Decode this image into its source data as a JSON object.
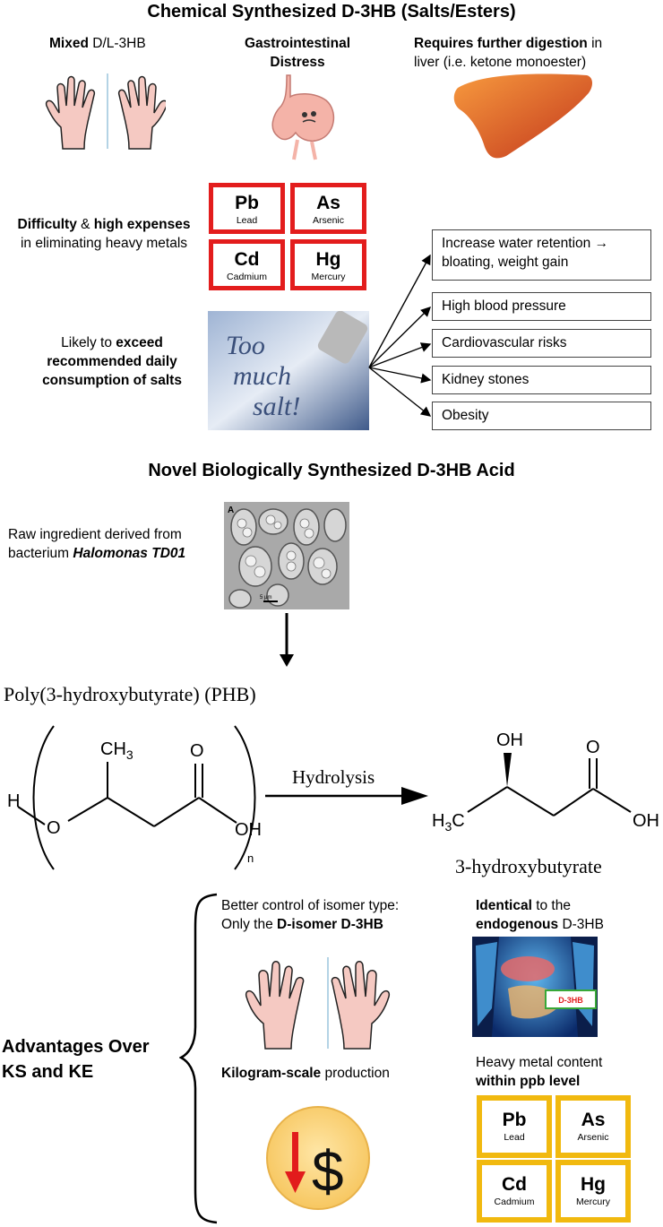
{
  "top": {
    "title": "Chemical Synthesized D-3HB (Salts/Esters)",
    "mixed_bold": "Mixed",
    "mixed_rest": " D/L-3HB",
    "gi_line1": "Gastrointestinal",
    "gi_line2": "Distress",
    "liver_bold": "Requires further digestion",
    "liver_rest1": " in",
    "liver_line2": "liver (i.e. ketone monoester)",
    "difficulty_bold1": "Difficulty",
    "difficulty_amp": " & ",
    "difficulty_bold2": "high expenses",
    "difficulty_line2": "in eliminating heavy metals",
    "salt_line1_a": "Likely to ",
    "salt_line1_b": "exceed",
    "salt_line2": "recommended daily",
    "salt_line3": "consumption of salts",
    "salt_photo_text": [
      "Too",
      "much",
      "salt!"
    ]
  },
  "elements": [
    {
      "symbol": "Pb",
      "name": "Lead"
    },
    {
      "symbol": "As",
      "name": "Arsenic"
    },
    {
      "symbol": "Cd",
      "name": "Cadmium"
    },
    {
      "symbol": "Hg",
      "name": "Mercury"
    }
  ],
  "risks": [
    "Increase water retention → bloating, weight gain",
    "High blood pressure",
    "Cardiovascular risks",
    "Kidney stones",
    "Obesity"
  ],
  "middle": {
    "title": "Novel Biologically Synthesized D-3HB Acid",
    "raw_line1": "Raw ingredient derived from",
    "raw_line2_a": "bacterium ",
    "raw_line2_b": "Halomonas TD01",
    "micro_corner": "A",
    "micro_scale": "5 µm"
  },
  "reaction": {
    "phb_label": "Poly(3-hydroxybutyrate) (PHB)",
    "arrow_label": "Hydrolysis",
    "product_label": "3-hydroxybutyrate",
    "atoms": {
      "H": "H",
      "O": "O",
      "CH3": "CH",
      "sub3": "3",
      "O_top": "O",
      "OH": "OH",
      "n": "n",
      "OH_top": "OH",
      "H3C_H": "H",
      "H3C_3": "3",
      "H3C_C": "C",
      "O_prod": "O",
      "OH_prod": "OH"
    }
  },
  "bottom": {
    "advantages_line1": "Advantages Over",
    "advantages_line2": "KS and KE",
    "isomer_line1": "Better control of isomer type:",
    "isomer_line2_a": "Only the ",
    "isomer_line2_b": "D-isomer D-3HB",
    "identical_bold": "Identical",
    "identical_rest": " to the",
    "endogenous_bold": "endogenous",
    "endogenous_rest": " D-3HB",
    "body_tag": "D-3HB",
    "kilogram_bold": "Kilogram-scale",
    "kilogram_rest": " production",
    "heavy_line1": "Heavy metal content",
    "heavy_line2": "within ppb level",
    "dollar": "$"
  }
}
